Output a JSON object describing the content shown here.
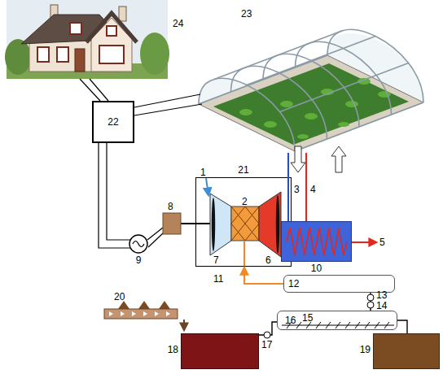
{
  "diagram": {
    "nodes": [
      {
        "text": [
          "24"
        ]
      },
      {
        "text": [
          "23"
        ]
      },
      {
        "text": [
          "22"
        ]
      },
      {
        "text": [
          "21"
        ]
      },
      {
        "text": [
          "9"
        ]
      },
      {
        "text": [
          "10"
        ]
      },
      {
        "text": [
          "12"
        ]
      },
      {
        "text": [
          "15"
        ]
      },
      {
        "text": [
          "18"
        ]
      },
      {
        "text": [
          "19"
        ]
      }
    ],
    "edges": [
      {
        "from": 2,
        "to": 0,
        "arrow": "none"
      },
      {
        "from": 2,
        "to": 1,
        "arrow": "none"
      },
      {
        "from": 2,
        "to": 4,
        "arrow": "none"
      },
      {
        "from": 1,
        "to": 5,
        "arrow": "none"
      },
      {
        "from": 5,
        "to": 1,
        "arrow": "none"
      },
      {
        "from": 6,
        "to": 3,
        "arrow": "to"
      },
      {
        "from": 7,
        "to": 6,
        "arrow": "none"
      },
      {
        "from": 8,
        "to": 7,
        "arrow": "none"
      },
      {
        "from": 7,
        "to": 9,
        "arrow": "none"
      }
    ],
    "labels": [
      "1",
      "2",
      "3",
      "4",
      "5",
      "6",
      "7",
      "8",
      "11",
      "13",
      "14",
      "16",
      "17",
      "20"
    ]
  }
}
